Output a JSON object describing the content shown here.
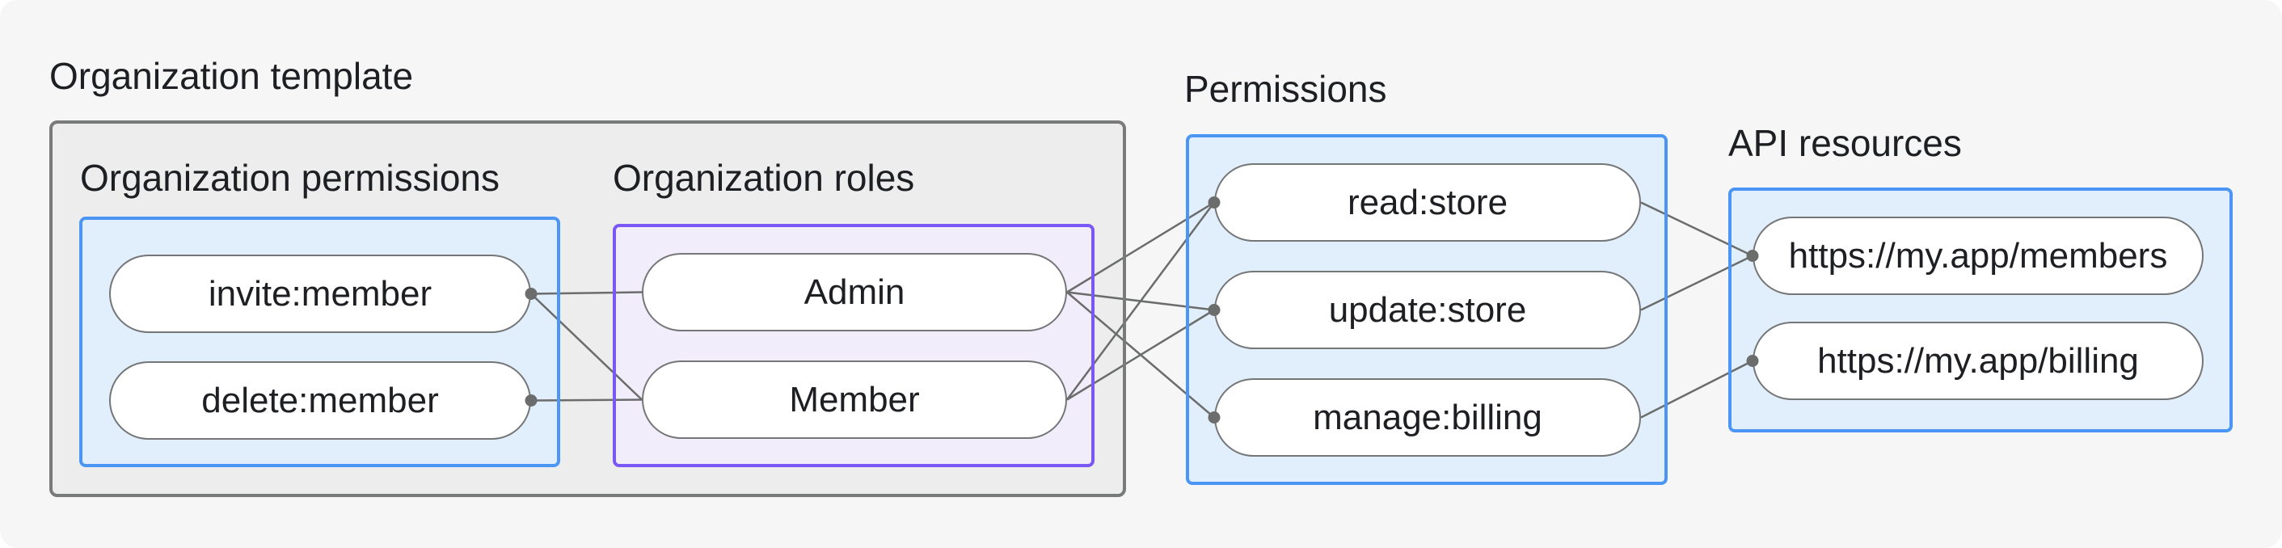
{
  "diagram": {
    "title": "Organization template",
    "sections": {
      "org_permissions": {
        "label": "Organization permissions",
        "nodes": [
          {
            "id": "invite",
            "label": "invite:member"
          },
          {
            "id": "delete",
            "label": "delete:member"
          }
        ]
      },
      "org_roles": {
        "label": "Organization roles",
        "nodes": [
          {
            "id": "admin",
            "label": "Admin"
          },
          {
            "id": "member",
            "label": "Member"
          }
        ]
      },
      "permissions": {
        "label": "Permissions",
        "nodes": [
          {
            "id": "read",
            "label": "read:store"
          },
          {
            "id": "update",
            "label": "update:store"
          },
          {
            "id": "manage",
            "label": "manage:billing"
          }
        ]
      },
      "api_resources": {
        "label": "API resources",
        "nodes": [
          {
            "id": "members",
            "label": "https://my.app/members"
          },
          {
            "id": "billing",
            "label": "https://my.app/billing"
          }
        ]
      }
    },
    "edges": [
      {
        "from": "invite",
        "to": "admin"
      },
      {
        "from": "invite",
        "to": "member"
      },
      {
        "from": "delete",
        "to": "member"
      },
      {
        "from": "admin",
        "to": "read"
      },
      {
        "from": "admin",
        "to": "update"
      },
      {
        "from": "admin",
        "to": "manage"
      },
      {
        "from": "member",
        "to": "read"
      },
      {
        "from": "member",
        "to": "update"
      },
      {
        "from": "read",
        "to": "members"
      },
      {
        "from": "update",
        "to": "members"
      },
      {
        "from": "manage",
        "to": "billing"
      }
    ],
    "dots": [
      {
        "node": "invite",
        "side": "right"
      },
      {
        "node": "delete",
        "side": "right"
      },
      {
        "node": "read",
        "side": "left"
      },
      {
        "node": "update",
        "side": "left"
      },
      {
        "node": "manage",
        "side": "left"
      },
      {
        "node": "members",
        "side": "left"
      },
      {
        "node": "billing",
        "side": "left"
      }
    ],
    "colors": {
      "canvas_background": "#f5f6f5",
      "template_box_fill": "#ecedec",
      "template_box_border": "#797a7a",
      "blue_box_fill": "#e1eefb",
      "blue_box_border": "#4b96f5",
      "purple_box_fill": "#f2edfb",
      "purple_box_border": "#7a58f6",
      "pill_fill": "#ffffff",
      "pill_border": "#757677",
      "edge_line": "#6b6c6c",
      "edge_dot": "#6b6c6c",
      "text": "#1e1f23"
    }
  }
}
